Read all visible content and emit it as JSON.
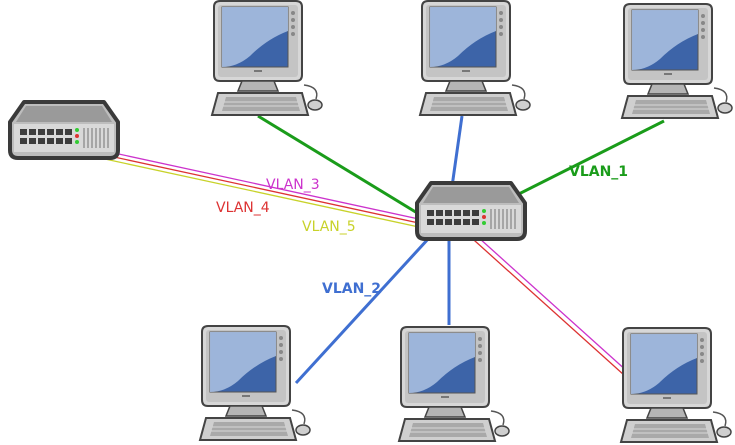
{
  "colors": {
    "vlan_1": "#1a9c1a",
    "vlan_2": "#3f6fd1",
    "vlan_3": "#cc33cc",
    "vlan_4": "#dd3333",
    "vlan_5": "#c8d22a",
    "device_body": "#b9b9b9",
    "device_outline": "#444444",
    "screen": "#3d64a8",
    "screen_highlight": "#a7bedf"
  },
  "labels": {
    "vlan_1": "VLAN_1",
    "vlan_2": "VLAN_2",
    "vlan_3": "VLAN_3",
    "vlan_4": "VLAN_4",
    "vlan_5": "VLAN_5"
  },
  "icons": {
    "switch": "network-switch-icon",
    "computer": "desktop-computer-icon"
  }
}
